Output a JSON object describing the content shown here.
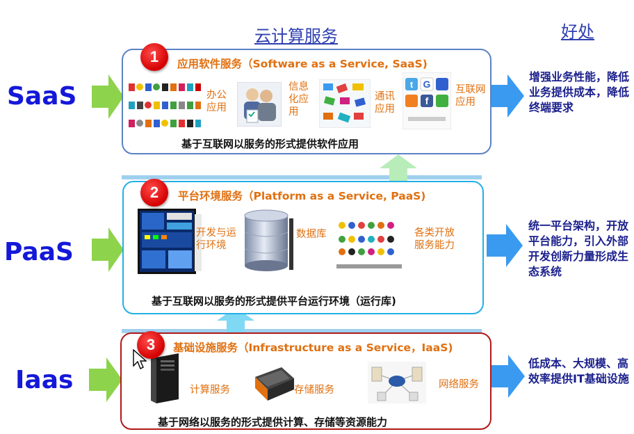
{
  "headers": {
    "services": "云计算服务",
    "benefits": "好处"
  },
  "layers": [
    {
      "id": "saas",
      "name": "SaaS",
      "number": "1",
      "title": "应用软件服务（Software as a Service, SaaS)",
      "items": [
        "办公\n应用",
        "信息\n化应\n用",
        "通讯\n应用",
        "互联网\n应用"
      ],
      "footer": "基于互联网以服务的形式提供软件应用",
      "benefit": "增强业务性能，降低业务提供成本，降低终端要求",
      "border_color": "#5b82c4"
    },
    {
      "id": "paas",
      "name": "PaaS",
      "number": "2",
      "title": "平台环境服务（Platform as a Service, PaaS)",
      "items": [
        "开发与运\n行环境",
        "数据库",
        "各类开放\n服务能力"
      ],
      "footer": "基于互联网以服务的形式提供平台运行环境（运行库)",
      "benefit": "统一平台架构，开放平台能力，引入外部开发创新力量形成生态系统",
      "border_color": "#22b0e6"
    },
    {
      "id": "iaas",
      "name": "Iaas",
      "number": "3",
      "title": "基础设施服务（Infrastructure as a Service，IaaS)",
      "items": [
        "计算服务",
        "存储服务",
        "网络服务"
      ],
      "footer": "基于网络以服务的形式提供计算、存储等资源能力",
      "benefit": "低成本、大规模、高效率提供IT基础设施",
      "border_color": "#b01818"
    }
  ],
  "colors": {
    "green_arrow": "#8dd34c",
    "blue_arrow": "#3a9af0",
    "up_arrow": "#b8ecb8"
  }
}
